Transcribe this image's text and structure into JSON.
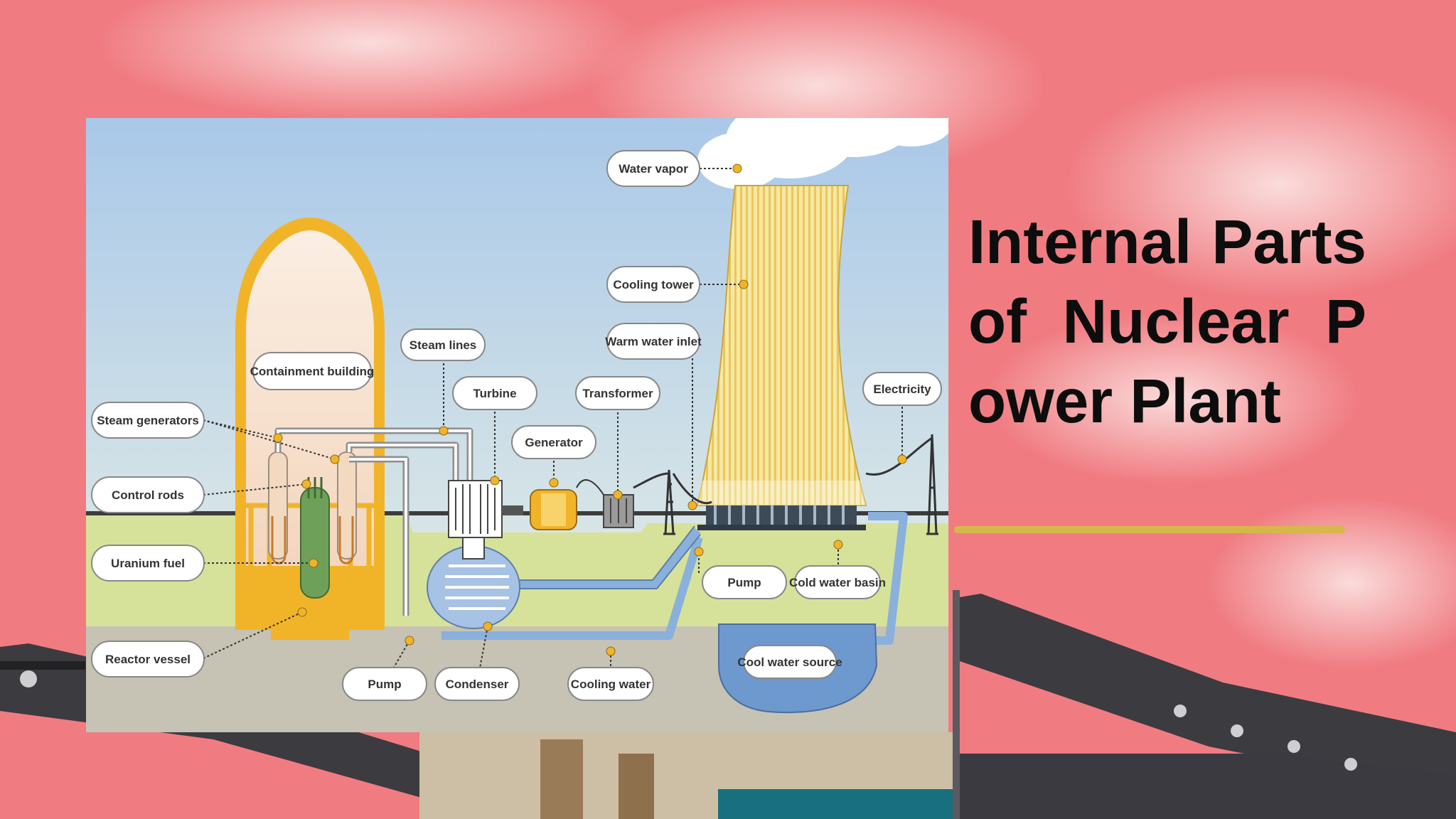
{
  "slide": {
    "title": "Internal Parts of Nuclear Power Plant",
    "colors": {
      "background": "#f07c82",
      "underline": "#d6b84a",
      "title": "#0d0d0d"
    }
  },
  "diagram": {
    "labels": {
      "water_vapor": "Water vapor",
      "cooling_tower": "Cooling tower",
      "warm_water_inlet": "Warm water inlet",
      "steam_lines": "Steam lines",
      "containment_building": "Containment building",
      "turbine": "Turbine",
      "transformer": "Transformer",
      "electricity": "Electricity",
      "generator": "Generator",
      "steam_generators": "Steam generators",
      "control_rods": "Control rods",
      "uranium_fuel": "Uranium fuel",
      "reactor_vessel": "Reactor vessel",
      "pump_left": "Pump",
      "condenser": "Condenser",
      "cooling_water": "Cooling water",
      "pump_right": "Pump",
      "cold_water_basin": "Cold water basin",
      "cool_water_source": "Cool water source"
    },
    "colors": {
      "sky": "#c9dcee",
      "grass": "#d6e29a",
      "earth": "#c6c2b4",
      "dome": "#f1b429",
      "tower": "#f4e39a",
      "water": "#8ab0dc",
      "pipe": "#a6c2e4"
    }
  }
}
